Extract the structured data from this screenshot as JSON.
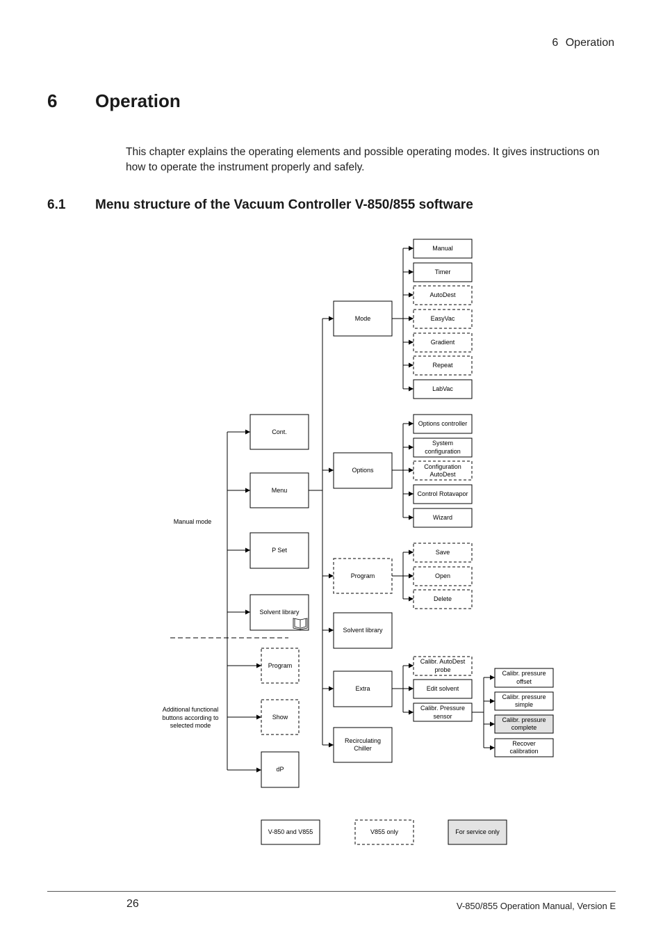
{
  "header": {
    "running_title": "6    Operation"
  },
  "chapter": {
    "number": "6",
    "title": "Operation"
  },
  "intro_text": "This chapter explains the operating elements and possible operating modes. It gives instructions on how to operate the instrument properly and safely.",
  "section": {
    "number": "6.1",
    "title": "Menu structure of the Vacuum Controller V-850/855 software"
  },
  "diagram": {
    "side_labels": {
      "manual_mode": "Manual mode",
      "additional": [
        "Additional functional",
        "buttons according to",
        "selected mode"
      ]
    },
    "level1": {
      "cont": "Cont.",
      "menu": "Menu",
      "pset": "P Set",
      "solvent_library": "Solvent library",
      "program": "Program",
      "show": "Show",
      "dp": "dP"
    },
    "level2": {
      "mode": "Mode",
      "options": "Options",
      "program": "Program",
      "solvent_library": "Solvent library",
      "extra": "Extra",
      "recirculating": [
        "Recirculating",
        "Chiller"
      ]
    },
    "mode_items": [
      "Manual",
      "Timer",
      "AutoDest",
      "EasyVac",
      "Gradient",
      "Repeat",
      "LabVac"
    ],
    "options_items": [
      [
        "Options controller"
      ],
      [
        "System",
        "configuration"
      ],
      [
        "Configuration",
        "AutoDest"
      ],
      [
        "Control Rotavapor"
      ],
      [
        "Wizard"
      ]
    ],
    "program_items": [
      "Save",
      "Open",
      "Delete"
    ],
    "extra_items": [
      [
        "Calibr. AutoDest",
        "probe"
      ],
      [
        "Edit solvent"
      ],
      [
        "Calibr. Pressure",
        "sensor"
      ]
    ],
    "calibration_items": [
      [
        "Calibr. pressure",
        "offset"
      ],
      [
        "Calibr. pressure",
        "simple"
      ],
      [
        "Calibr. pressure",
        "complete"
      ],
      [
        "Recover",
        "calibration"
      ]
    ],
    "legend": {
      "both": "V-850 and V855",
      "v855": "V855 only",
      "service": "For service only"
    }
  },
  "footer": {
    "page_number": "26",
    "manual_title": "V-850/855 Operation Manual, Version E"
  }
}
